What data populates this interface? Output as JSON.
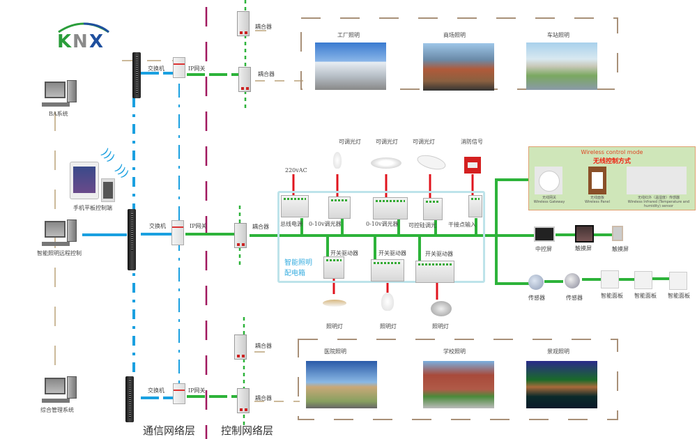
{
  "logo": {
    "text": "KNX",
    "colors": {
      "arc_left": "#2a9d3a",
      "arc_right": "#1f4f9e",
      "k": "#2a9d3a",
      "n": "#8a8a8a",
      "x": "#1f4f9e"
    }
  },
  "layers": {
    "comm": "通信网络层",
    "control": "控制网络层"
  },
  "clients": [
    {
      "label": "BA系统"
    },
    {
      "label": "手机平板控制端"
    },
    {
      "label": "智能照明远程控制"
    },
    {
      "label": "综合管理系统"
    }
  ],
  "rows": [
    {
      "switch": "交换机",
      "gateway": "IP网关",
      "couplers": [
        "耦合器",
        "耦合器"
      ]
    },
    {
      "switch": "交换机",
      "gateway": "IP网关",
      "couplers": [
        "耦合器"
      ]
    },
    {
      "switch": "交换机",
      "gateway": "IP网关",
      "couplers": [
        "耦合器",
        "耦合器"
      ]
    }
  ],
  "top_scenes": [
    "工厂照明",
    "商场照明",
    "车站照明"
  ],
  "bottom_scenes": [
    "医院照明",
    "学校照明",
    "景观照明"
  ],
  "cabinet": {
    "title_line1": "智能照明",
    "title_line2": "配电箱",
    "power_in": "220vAC",
    "modules": [
      "总线电源",
      "0-10v调光器",
      "0-10v调光器",
      "可控硅调光",
      "干接点输入"
    ],
    "top_loads": [
      "可调光灯",
      "可调光灯",
      "可调光灯",
      "消防信号"
    ],
    "drivers": [
      "开关驱动器",
      "开关驱动器",
      "开关驱动器"
    ],
    "bottom_loads": [
      "照明灯",
      "照明灯",
      "照明灯"
    ]
  },
  "wireless": {
    "title_en": "Wireless control mode",
    "title_cn": "无线控制方式",
    "items": [
      {
        "cn": "无线网关",
        "en": "Wireless Gateway"
      },
      {
        "cn": "无线面板",
        "en": "Wireless Panel"
      },
      {
        "cn": "无线红外（温湿度）传感器",
        "en": "Wireless Infrared (Temperature and humidity) sensor"
      }
    ]
  },
  "screens": [
    "中控屏",
    "触摸屏",
    "触摸屏"
  ],
  "sensors_panels": [
    "传感器",
    "传感器",
    "智能面板",
    "智能面板",
    "智能面板"
  ],
  "colors": {
    "ip": "#1aa0e0",
    "bus": "#2db33a",
    "divider": "#a0175e",
    "scene_border": "#a89078",
    "power": "#e0141e",
    "cabinet": "#bde3ea"
  }
}
